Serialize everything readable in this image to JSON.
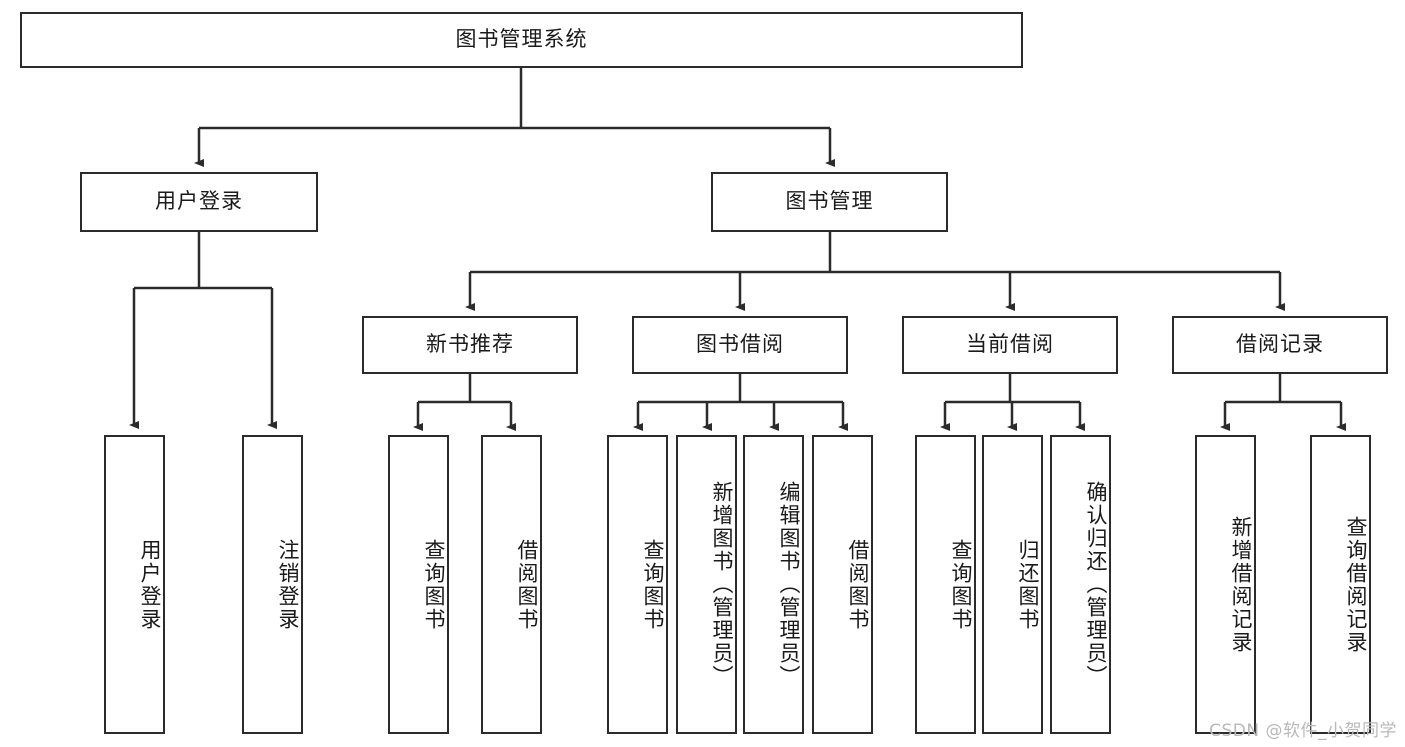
{
  "diagram": {
    "type": "tree-hierarchy",
    "title": "图书管理系统",
    "orientation": "top-down",
    "colors": {
      "stroke": "#2b2b2b",
      "fill": "#ffffff",
      "text": "#1a1a1a",
      "watermark": "#b9b9b9"
    }
  },
  "watermark": {
    "text": "CSDN @软件_小贺同学"
  },
  "nodes": {
    "root": {
      "label": "图书管理系统",
      "level": 1
    },
    "level2": [
      {
        "id": "user-login",
        "label": "用户登录"
      },
      {
        "id": "book-manage",
        "label": "图书管理"
      }
    ],
    "level3": [
      {
        "id": "new-book-recommend",
        "label": "新书推荐",
        "parent": "book-manage"
      },
      {
        "id": "book-borrow",
        "label": "图书借阅",
        "parent": "book-manage"
      },
      {
        "id": "current-borrow",
        "label": "当前借阅",
        "parent": "book-manage"
      },
      {
        "id": "borrow-record",
        "label": "借阅记录",
        "parent": "book-manage"
      }
    ],
    "leaves": {
      "user_login": [
        {
          "id": "leaf-user-login",
          "label": "用户登录"
        },
        {
          "id": "leaf-logout",
          "label": "注销登录"
        }
      ],
      "new_book_recommend": [
        {
          "id": "leaf-query-book-1",
          "label": "查询图书"
        },
        {
          "id": "leaf-borrow-book-1",
          "label": "借阅图书"
        }
      ],
      "book_borrow": [
        {
          "id": "leaf-query-book-2",
          "label": "查询图书"
        },
        {
          "id": "leaf-add-book",
          "label": "新增图书（管理员）"
        },
        {
          "id": "leaf-edit-book",
          "label": "编辑图书（管理员）"
        },
        {
          "id": "leaf-borrow-book-2",
          "label": "借阅图书"
        }
      ],
      "current_borrow": [
        {
          "id": "leaf-query-book-3",
          "label": "查询图书"
        },
        {
          "id": "leaf-return-book",
          "label": "归还图书"
        },
        {
          "id": "leaf-confirm-return",
          "label": "确认归还（管理员）"
        }
      ],
      "borrow_record": [
        {
          "id": "leaf-add-record",
          "label": "新增借阅记录"
        },
        {
          "id": "leaf-query-record",
          "label": "查询借阅记录"
        }
      ]
    }
  }
}
